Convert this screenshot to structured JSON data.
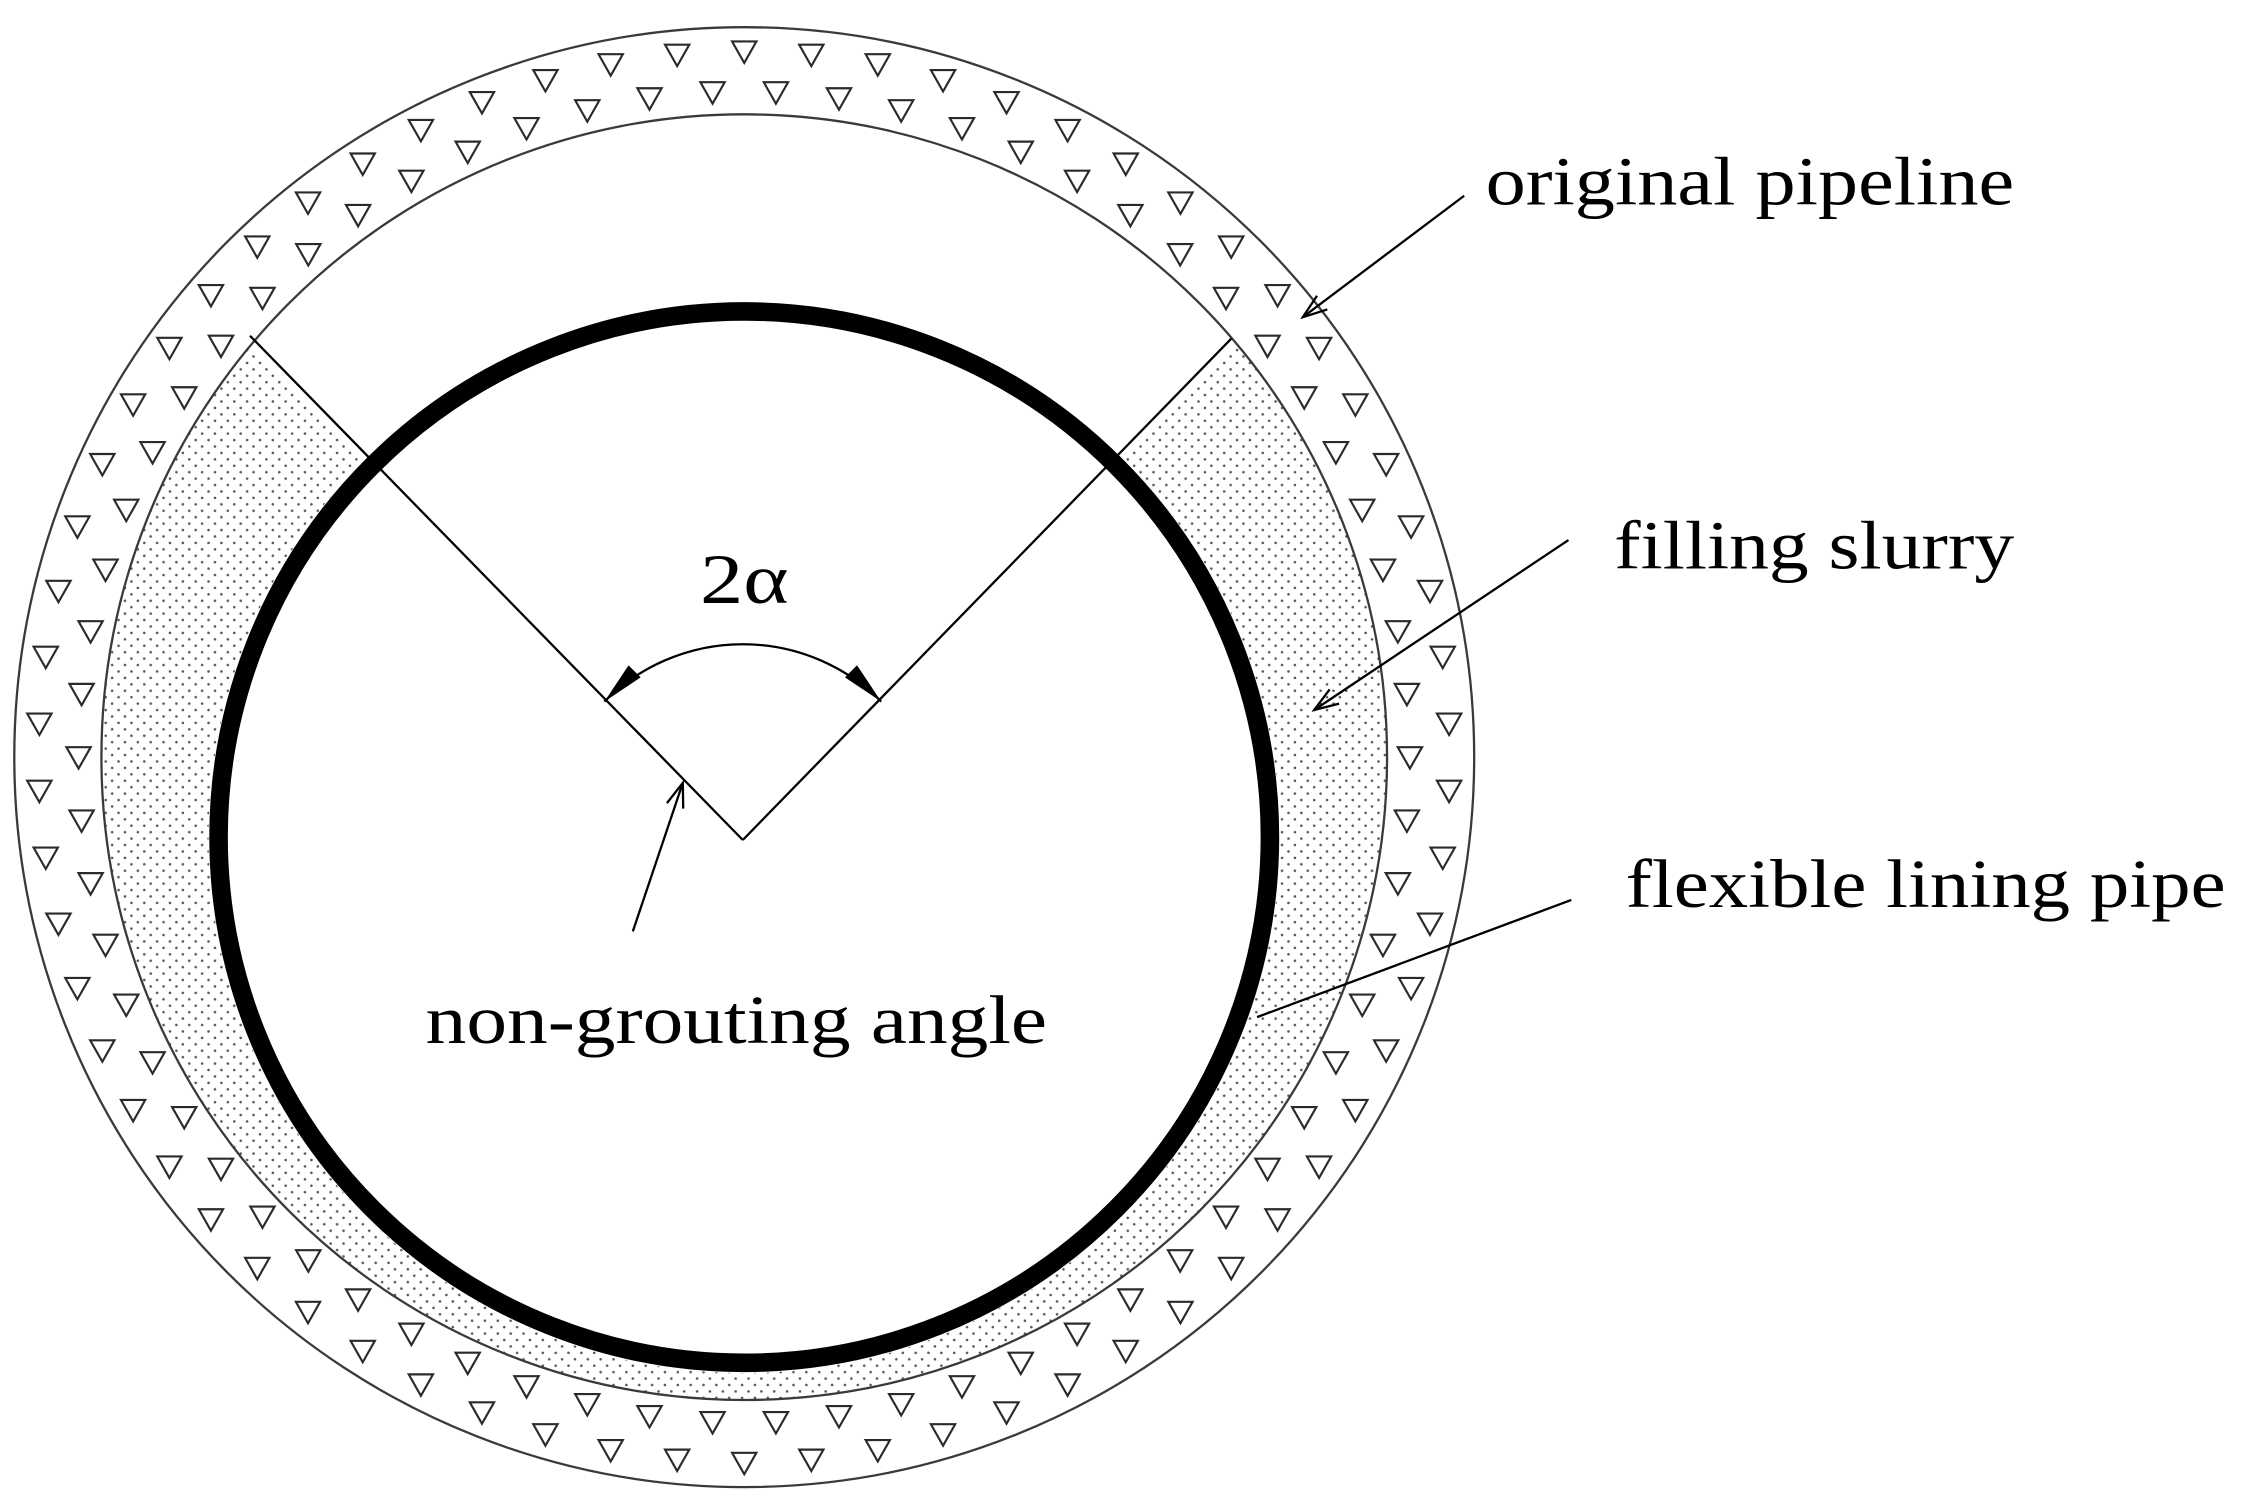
{
  "labels": {
    "original_pipeline": "original pipeline",
    "filling_slurry": "filling slurry",
    "flexible_lining_pipe": "flexible lining pipe",
    "non_grouting_angle": "non-grouting angle",
    "angle_symbol": "2α"
  },
  "colors": {
    "line": "#000000",
    "background": "#ffffff"
  }
}
